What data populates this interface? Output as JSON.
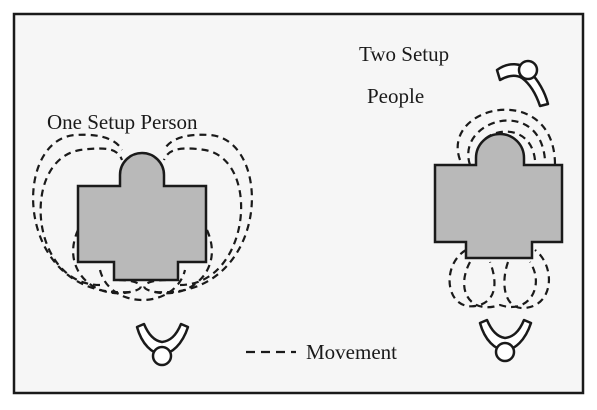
{
  "diagram": {
    "left_label": "One Setup Person",
    "right_label_line1": "Two Setup",
    "right_label_line2": "People",
    "legend_label": "Movement"
  },
  "colors": {
    "background": "#f6f6f6",
    "border": "#1a1a1a",
    "station_fill": "#b9b9b9",
    "station_stroke": "#1a1a1a",
    "movement_line": "#1a1a1a"
  },
  "icons": [
    "person-icon",
    "person-icon",
    "person-icon",
    "movement-legend-icon"
  ]
}
